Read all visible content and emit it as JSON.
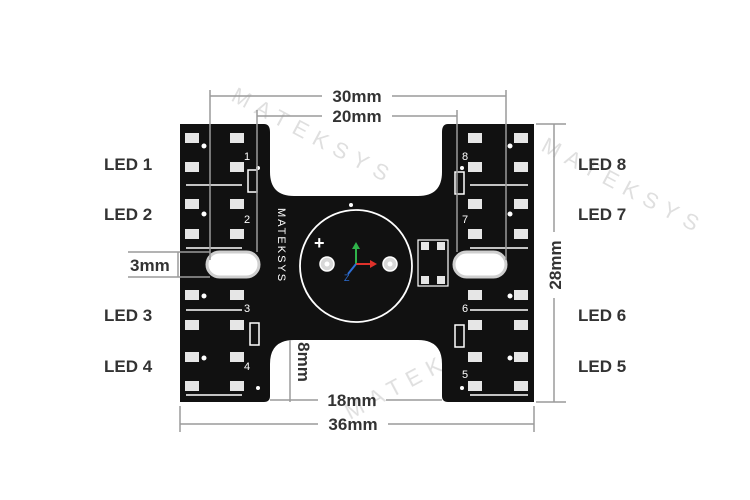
{
  "diagram": {
    "led_labels_left": [
      "LED 1",
      "LED 2",
      "LED 3",
      "LED 4"
    ],
    "led_labels_right": [
      "LED 8",
      "LED 7",
      "LED 6",
      "LED 5"
    ],
    "dimensions": {
      "top_outer": "30mm",
      "top_inner": "20mm",
      "slot": "3mm",
      "height": "28mm",
      "cutout_depth": "8mm",
      "bottom_inner": "18mm",
      "bottom_outer": "36mm"
    },
    "board": {
      "brand": "MATEKSYS",
      "plus": "+",
      "pad_numbers_left": [
        "1",
        "2",
        "3",
        "4"
      ],
      "pad_numbers_right": [
        "8",
        "7",
        "6",
        "5"
      ]
    },
    "watermark": "MATEKSYS",
    "colors": {
      "board": "#111111",
      "silkscreen": "#ffffff",
      "pad": "#e6e6e6",
      "dimension_line": "#9a9a9a",
      "axis_x": "#e0322b",
      "axis_y": "#2fb34a",
      "axis_z": "#2d6fd6"
    }
  }
}
